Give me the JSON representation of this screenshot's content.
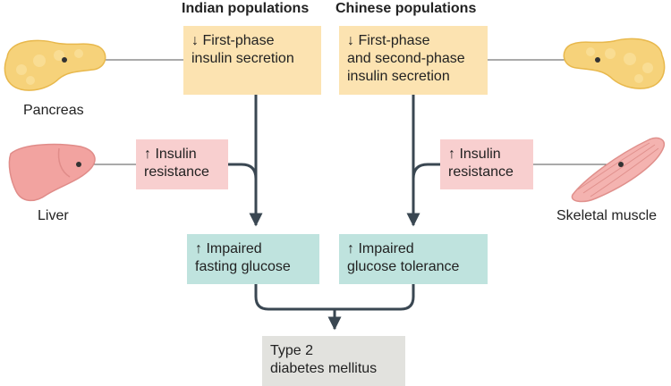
{
  "headings": {
    "indian": "Indian populations",
    "chinese": "Chinese populations"
  },
  "boxes": {
    "indian_secretion": "↓ First-phase\ninsulin secretion",
    "chinese_secretion": "↓ First-phase\nand second-phase\ninsulin secretion",
    "indian_resistance": "↑ Insulin\nresistance",
    "chinese_resistance": "↑ Insulin\nresistance",
    "ifg": "↑ Impaired\nfasting glucose",
    "igt": "↑ Impaired\nglucose tolerance",
    "outcome": "Type 2\ndiabetes mellitus"
  },
  "organs": {
    "pancreas_left": "Pancreas",
    "liver": "Liver",
    "muscle": "Skeletal muscle"
  },
  "colors": {
    "secretion": "#fce3b1",
    "resistance": "#f8cfcf",
    "glucose": "#bfe3de",
    "outcome": "#e2e2de",
    "arrow": "#3a4752",
    "pancreas": "#f6d27a",
    "liver": "#f2a3a0",
    "muscle": "#f4b3b0"
  }
}
